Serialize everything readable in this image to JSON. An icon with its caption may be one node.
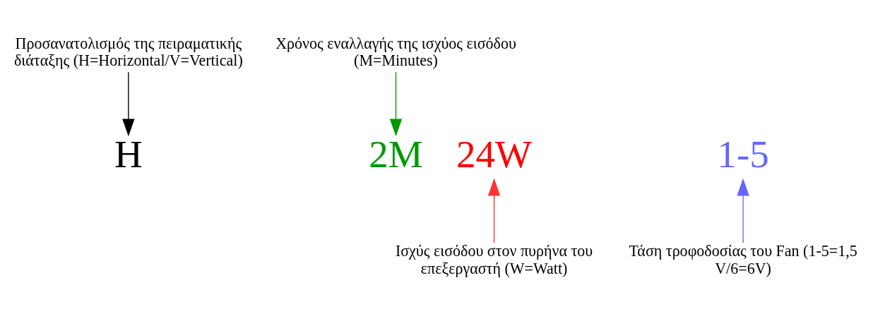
{
  "diagram": {
    "nodes": [
      {
        "text": [
          "Προσανατολισμός της πειραματικής διάταξης (H=Horizontal/V=Vertical)"
        ]
      },
      {
        "text": [
          "Χρόνος εναλλαγής της ισχύος εισόδου (M=Minutes)"
        ]
      },
      {
        "text": [
          "24W"
        ]
      },
      {
        "text": [
          "H"
        ]
      },
      {
        "text": [
          "1-5"
        ]
      },
      {
        "text": [
          "2M"
        ]
      },
      {
        "text": [
          "Ισχύς εισόδου στον πυρήνα του επεξεργαστή (W=Watt)"
        ]
      },
      {
        "text": [
          "Τάση τροφοδοσίας του Fan (1-5=1,5 V/6=6V)"
        ]
      }
    ],
    "edges": [
      {
        "from": 0,
        "to": 3,
        "arrow": "to",
        "color": "#000000"
      },
      {
        "from": 1,
        "to": 5,
        "arrow": "to",
        "color": "#009900"
      },
      {
        "from": 6,
        "to": 2,
        "arrow": "to",
        "color": "#ff3333"
      },
      {
        "from": 7,
        "to": 4,
        "arrow": "to",
        "color": "#6666ff"
      }
    ]
  }
}
